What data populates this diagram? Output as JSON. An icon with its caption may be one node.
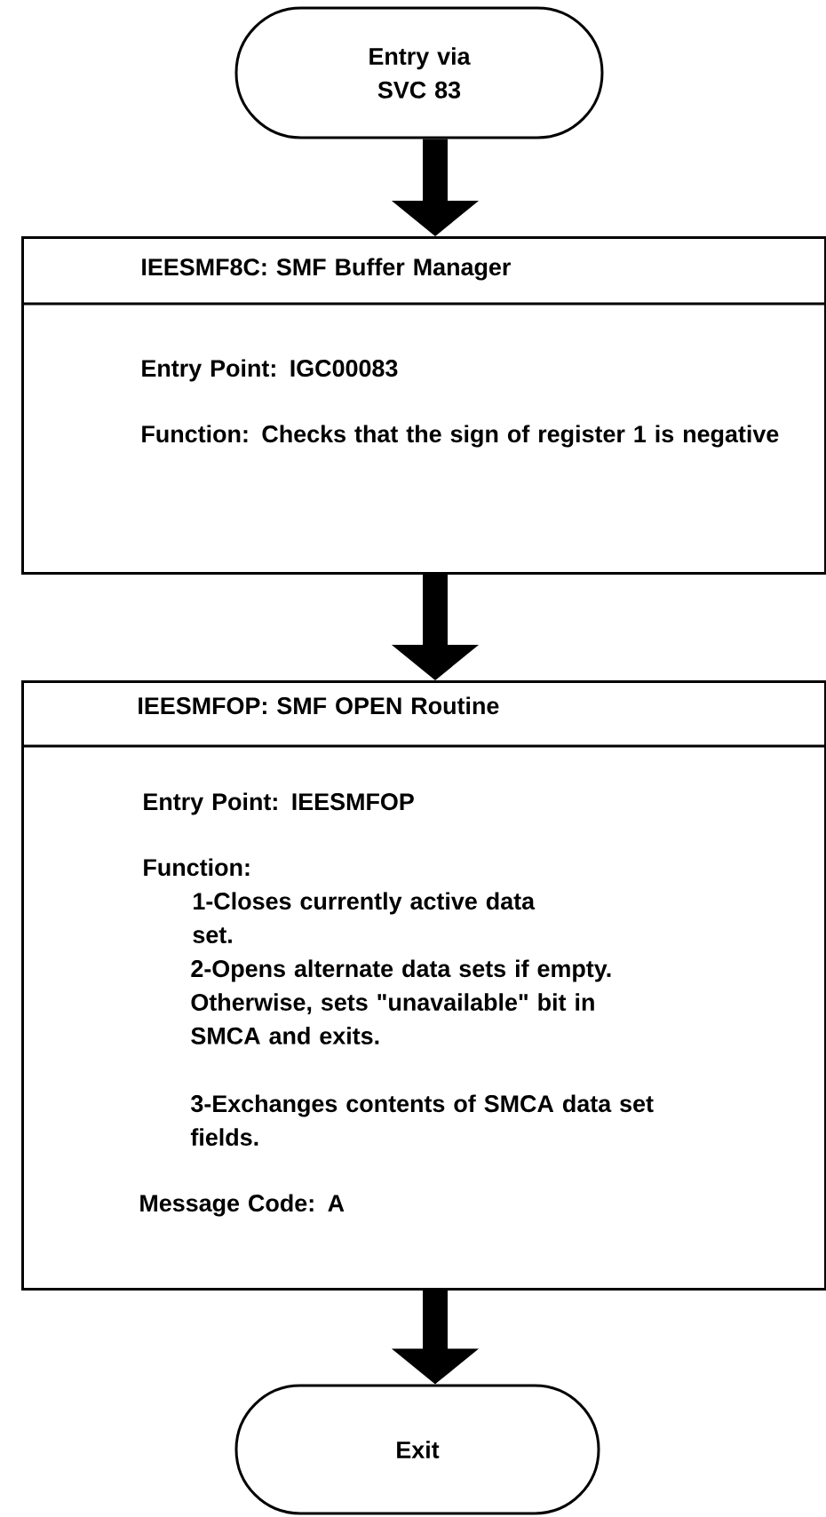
{
  "diagram": {
    "nodes": [
      {
        "text": [
          "Entry via SVC 83"
        ]
      },
      {
        "text": [
          "IEESMF8C: SMF Buffer Manager",
          "Entry Point: IGC00083",
          "Function: Checks that the sign of register 1 is negative"
        ]
      },
      {
        "text": [
          "IEESMFOP: SMF OPEN Routine",
          "Entry Point: IEESMFOP",
          "Function:",
          "1-Closes currently active data set.",
          "2-Opens alternate data sets if empty. Otherwise, sets \"unavailable\" bit in SMCA and exits.",
          "3-Exchanges contents of SMCA data set fields.",
          "Message Code: A"
        ]
      },
      {
        "text": [
          "Exit"
        ]
      }
    ],
    "edges": [
      {
        "from": 0,
        "to": 1,
        "arrow": "to"
      },
      {
        "from": 1,
        "to": 2,
        "arrow": "to"
      },
      {
        "from": 2,
        "to": 3,
        "arrow": "to"
      }
    ]
  }
}
